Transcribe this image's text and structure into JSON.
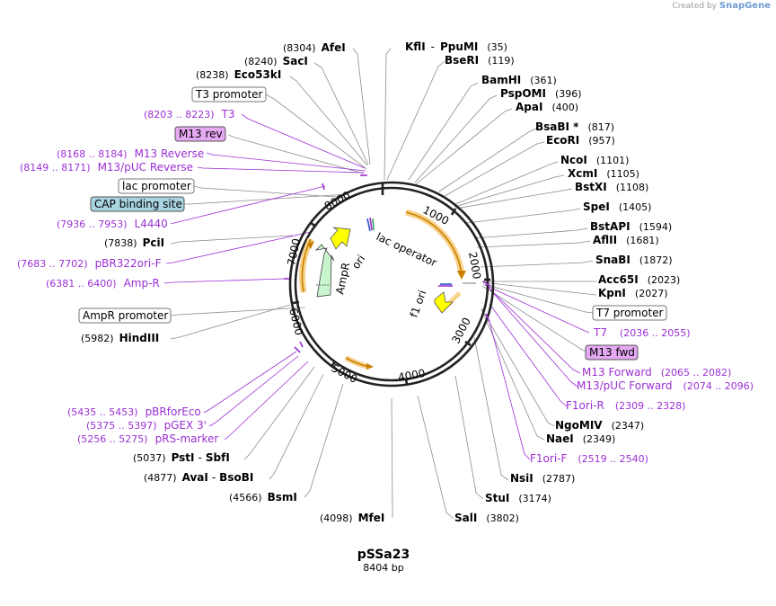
{
  "credit": {
    "prefix": "Created by",
    "brand": "SnapGene"
  },
  "plasmid": {
    "name": "pSSa23",
    "length_label": "8404 bp"
  },
  "colors": {
    "backbone": "#222222",
    "enzyme_leader": "#8c8c8c",
    "primer": "#9b2fd4",
    "feature_arrow": "#c87f00",
    "feature_glow": "#f7d28a",
    "yellow_feature": "#ffff00",
    "green_feature": "#c8f5cd",
    "cap_box": "#a8d3e0",
    "m13_box": "#e5a8f2"
  },
  "ticks": [
    "1000",
    "2000",
    "3000",
    "4000",
    "5000",
    "6000",
    "7000",
    "8000"
  ],
  "inner_labels": {
    "lac_operator": "lac operator",
    "f1_ori": "f1 ori",
    "ori": "ori",
    "ampr": "AmpR"
  },
  "enzymes": [
    {
      "pos": "(8304)",
      "name": "AfeI"
    },
    {
      "pos": "(8240)",
      "name": "SacI"
    },
    {
      "pos": "(8238)",
      "name": "Eco53kI"
    },
    {
      "name": "KflI",
      "name2": "PpuMI",
      "pos": "(35)"
    },
    {
      "name": "BseRI",
      "pos": "(119)"
    },
    {
      "name": "BamHI",
      "pos": "(361)"
    },
    {
      "name": "PspOMI",
      "pos": "(396)"
    },
    {
      "name": "ApaI",
      "pos": "(400)"
    },
    {
      "name": "BsaBI *",
      "pos": "(817)"
    },
    {
      "name": "EcoRI",
      "pos": "(957)"
    },
    {
      "name": "NcoI",
      "pos": "(1101)"
    },
    {
      "name": "XcmI",
      "pos": "(1105)"
    },
    {
      "name": "BstXI",
      "pos": "(1108)"
    },
    {
      "name": "SpeI",
      "pos": "(1405)"
    },
    {
      "name": "BstAPI",
      "pos": "(1594)"
    },
    {
      "name": "AflII",
      "pos": "(1681)"
    },
    {
      "name": "SnaBI",
      "pos": "(1872)"
    },
    {
      "name": "Acc65I",
      "pos": "(2023)"
    },
    {
      "name": "KpnI",
      "pos": "(2027)"
    },
    {
      "name": "NgoMIV",
      "pos": "(2347)"
    },
    {
      "name": "NaeI",
      "pos": "(2349)"
    },
    {
      "name": "NsiI",
      "pos": "(2787)"
    },
    {
      "name": "StuI",
      "pos": "(3174)"
    },
    {
      "name": "SalI",
      "pos": "(3802)"
    },
    {
      "pos": "(4098)",
      "name": "MfeI"
    },
    {
      "pos": "(4566)",
      "name": "BsmI"
    },
    {
      "pos": "(4877)",
      "name": "AvaI",
      "name2": "BsoBI"
    },
    {
      "pos": "(5037)",
      "name": "PstI",
      "name2": "SbfI"
    },
    {
      "pos": "(5982)",
      "name": "HindIII"
    },
    {
      "pos": "(7838)",
      "name": "PciI"
    }
  ],
  "primers": [
    {
      "pos": "(8203 .. 8223)",
      "name": "T3"
    },
    {
      "pos": "(8168 .. 8184)",
      "name": "M13 Reverse"
    },
    {
      "pos": "(8149 .. 8171)",
      "name": "M13/pUC Reverse"
    },
    {
      "pos": "(7936 .. 7953)",
      "name": "L4440"
    },
    {
      "pos": "(7683 .. 7702)",
      "name": "pBR322ori-F"
    },
    {
      "pos": "(6381 .. 6400)",
      "name": "Amp-R"
    },
    {
      "pos": "(5435 .. 5453)",
      "name": "pBRforEco"
    },
    {
      "pos": "(5375 .. 5397)",
      "name": "pGEX 3'"
    },
    {
      "pos": "(5256 .. 5275)",
      "name": "pRS-marker"
    },
    {
      "name": "T7",
      "pos": "(2036 .. 2055)"
    },
    {
      "name": "M13 Forward",
      "pos": "(2065 .. 2082)"
    },
    {
      "name": "M13/pUC Forward",
      "pos": "(2074 .. 2096)"
    },
    {
      "name": "F1ori-R",
      "pos": "(2309 .. 2328)"
    },
    {
      "name": "F1ori-F",
      "pos": "(2519 .. 2540)"
    }
  ],
  "features": [
    {
      "name": "T3 promoter"
    },
    {
      "name": "M13 rev"
    },
    {
      "name": "lac promoter"
    },
    {
      "name": "CAP binding site"
    },
    {
      "name": "AmpR promoter"
    },
    {
      "name": "T7 promoter"
    },
    {
      "name": "M13 fwd"
    }
  ]
}
